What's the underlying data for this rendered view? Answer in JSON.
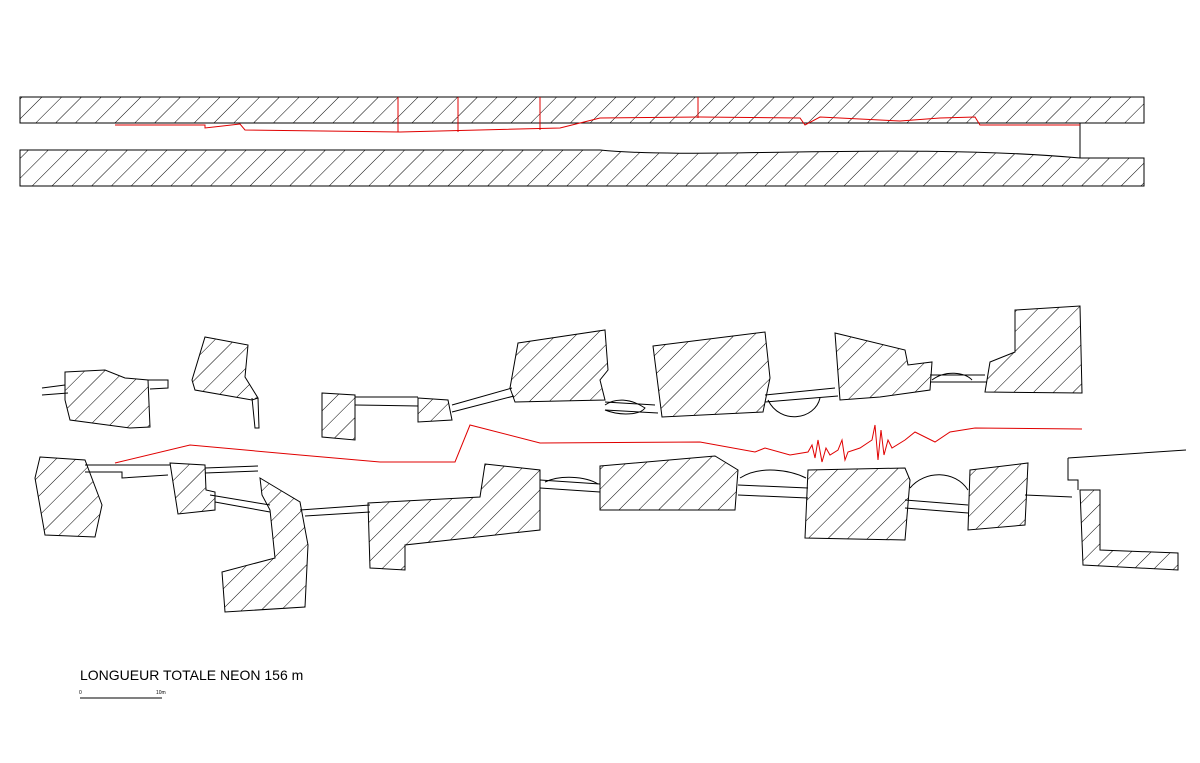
{
  "drawing": {
    "label": "LONGUEUR TOTALE NEON  156 m",
    "scale_bar": {
      "start_label": "0",
      "end_label": "10m"
    },
    "colors": {
      "outline": "#000000",
      "neon": "#e00000",
      "background": "#ffffff"
    }
  }
}
